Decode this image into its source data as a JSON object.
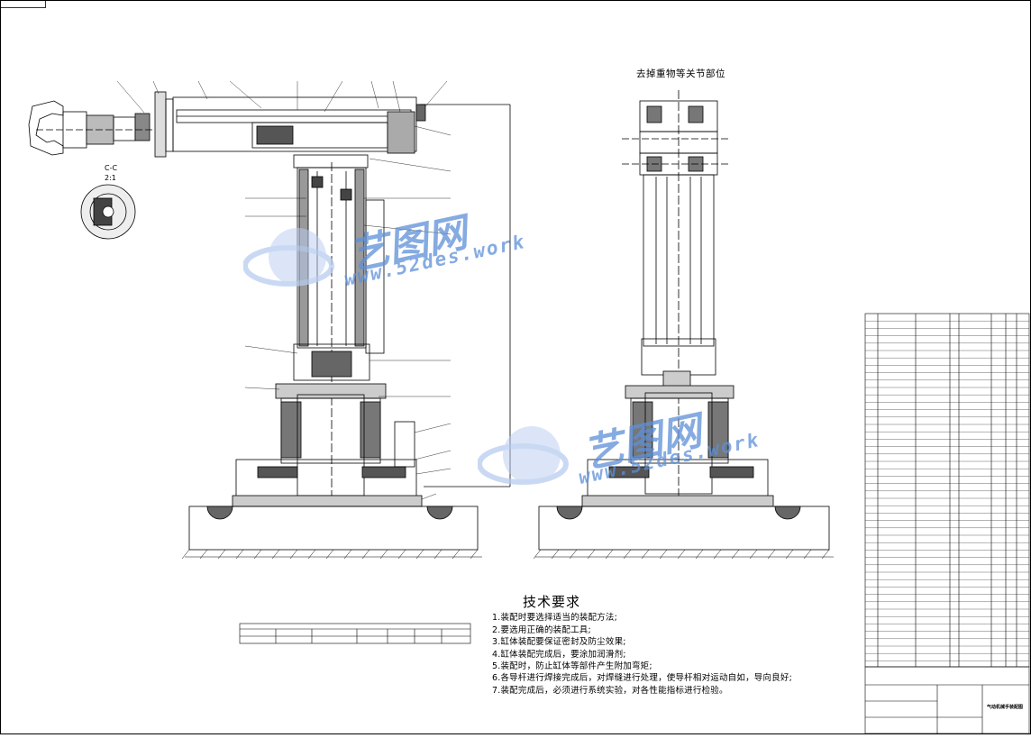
{
  "drawing": {
    "view_note": "去掉重物等关节部位",
    "section_label": "C-C",
    "section_scale": "2:1",
    "title_block_name": "气动机械手装配图",
    "tech_requirements": {
      "title": "技术要求",
      "items": [
        "1.装配时要选择适当的装配方法;",
        "2.要选用正确的装配工具;",
        "3.缸体装配要保证密封及防尘效果;",
        "4.缸体装配完成后，要涂加润滑剂;",
        "5.装配时，防止缸体等部件产生附加弯矩;",
        "6.各导杆进行焊接完成后，对焊缝进行处理，使导杆相对运动自如，导向良好;",
        "7.装配完成后，必须进行系统实验，对各性能指标进行检验。"
      ]
    },
    "watermark": {
      "brand": "艺图网",
      "url": "www.52des.work"
    }
  },
  "colors": {
    "line": "#000000",
    "watermark": "#5d8fd8",
    "watermark_light": "#b9cdf0"
  }
}
